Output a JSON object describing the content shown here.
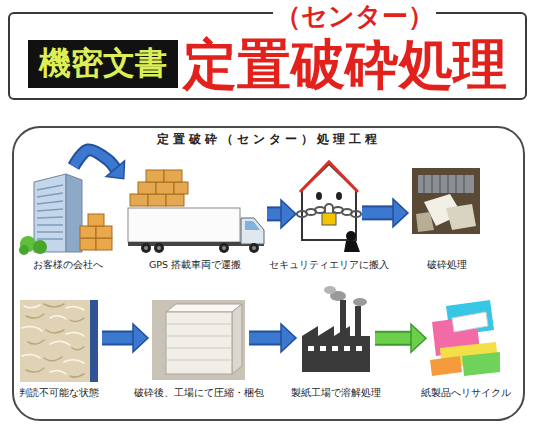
{
  "diagram": {
    "nodes": [
      {
        "text": [
          "（センター）",
          "定置破砕処理"
        ]
      },
      {
        "text": [
          "機密文書"
        ],
        "in": 0
      },
      {
        "text": [
          "定置破砕（センター）処理工程"
        ]
      },
      {
        "text": [
          "お客様の会社へ"
        ],
        "in": 2
      },
      {
        "text": [
          "GPS 搭載車両で運搬"
        ],
        "in": 2
      },
      {
        "text": [
          "セキュリティエリアに搬入"
        ],
        "in": 2
      },
      {
        "text": [
          "破砕処理"
        ],
        "in": 2
      },
      {
        "text": [
          "判読不可能な状態"
        ],
        "in": 2
      },
      {
        "text": [
          "破砕後、工場にて圧縮・梱包"
        ],
        "in": 2
      },
      {
        "text": [
          "製紙工場で溶解処理"
        ],
        "in": 2
      },
      {
        "text": [
          "紙製品へリサイクル"
        ],
        "in": 2
      }
    ],
    "edges": [
      {
        "from": 3,
        "to": 4,
        "arrow": "to"
      },
      {
        "from": 4,
        "to": 5,
        "arrow": "to"
      },
      {
        "from": 5,
        "to": 6,
        "arrow": "to"
      },
      {
        "from": 7,
        "to": 8,
        "arrow": "to"
      },
      {
        "from": 8,
        "to": 9,
        "arrow": "to"
      },
      {
        "from": 9,
        "to": 10,
        "arrow": "to"
      }
    ]
  }
}
